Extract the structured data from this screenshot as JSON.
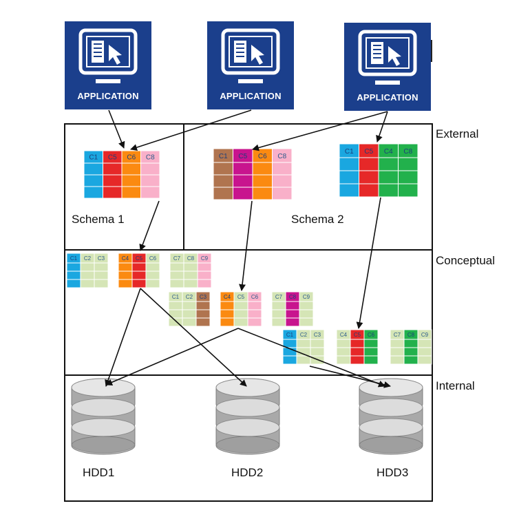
{
  "applications": [
    {
      "label": "APPLICATION"
    },
    {
      "label": "APPLICATION"
    },
    {
      "label": "APPLICATION"
    }
  ],
  "levels": {
    "external": "External",
    "conceptual": "Conceptual",
    "internal": "Internal"
  },
  "schemas": [
    "Schema 1",
    "Schema 2"
  ],
  "disks": [
    "HDD1",
    "HDD2",
    "HDD3"
  ],
  "colors": {
    "app_bg": "#1b3f8c",
    "blue": "#1aa7e0",
    "red": "#e62828",
    "orange": "#fb8a11",
    "pink": "#f9b0c9",
    "brown": "#b0744f",
    "magenta": "#c8148e",
    "green": "#22b14c",
    "pale_green": "#d5e5b6"
  },
  "tables": {
    "external_1": {
      "headers": [
        "C1",
        "C5",
        "C6",
        "C8"
      ],
      "colors": [
        "blue",
        "red",
        "orange",
        "pink"
      ]
    },
    "external_2a": {
      "headers": [
        "C1",
        "C5",
        "C6",
        "C8"
      ],
      "colors": [
        "brown",
        "magenta",
        "orange",
        "pink"
      ]
    },
    "external_2b": {
      "headers": [
        "C1",
        "C5",
        "C4",
        "C8"
      ],
      "colors": [
        "blue",
        "red",
        "green",
        "green"
      ]
    },
    "conc_1": {
      "headers": [
        "C1",
        "C2",
        "C3"
      ],
      "colors": [
        "blue",
        "pale_green",
        "pale_green"
      ]
    },
    "conc_2": {
      "headers": [
        "C4",
        "C5",
        "C6"
      ],
      "colors": [
        "orange",
        "red",
        "pale_green"
      ]
    },
    "conc_3": {
      "headers": [
        "C7",
        "C8",
        "C9"
      ],
      "colors": [
        "pale_green",
        "pale_green",
        "pink"
      ]
    },
    "conc_4": {
      "headers": [
        "C1",
        "C2",
        "C3"
      ],
      "colors": [
        "pale_green",
        "pale_green",
        "brown"
      ]
    },
    "conc_5": {
      "headers": [
        "C4",
        "C5",
        "C6"
      ],
      "colors": [
        "orange",
        "pale_green",
        "pink"
      ]
    },
    "conc_6": {
      "headers": [
        "C7",
        "C8",
        "C9"
      ],
      "colors": [
        "pale_green",
        "magenta",
        "pale_green"
      ]
    },
    "conc_7": {
      "headers": [
        "C1",
        "C2",
        "C3"
      ],
      "colors": [
        "blue",
        "pale_green",
        "pale_green"
      ]
    },
    "conc_8": {
      "headers": [
        "C4",
        "C5",
        "C6"
      ],
      "colors": [
        "pale_green",
        "red",
        "green"
      ]
    },
    "conc_9": {
      "headers": [
        "C7",
        "C8",
        "C9"
      ],
      "colors": [
        "pale_green",
        "green",
        "pale_green"
      ]
    }
  }
}
